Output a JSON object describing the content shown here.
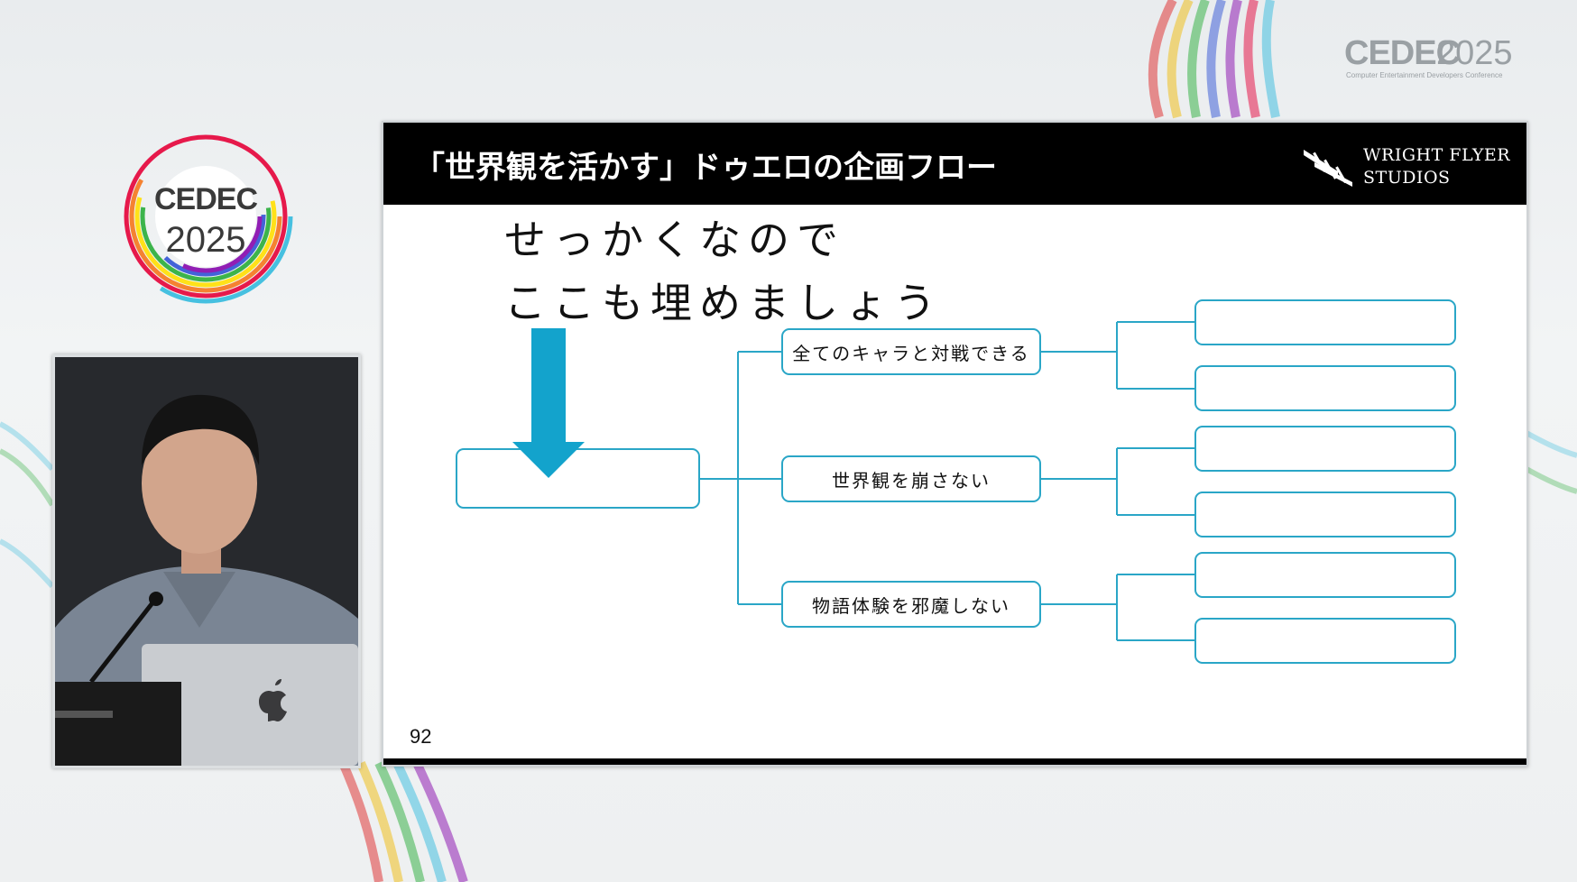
{
  "event": {
    "brand": "CEDEC",
    "year": "2025",
    "tagline": "Computer Entertainment Developers Conference"
  },
  "slide": {
    "title": "「世界観を活かす」ドゥエロの企画フロー",
    "company_line1": "WRIGHT FLYER",
    "company_line2": "STUDIOS",
    "lead_line1": "せっかくなので",
    "lead_line2": "ここも埋めましょう",
    "page_number": "92",
    "branches": [
      {
        "label": "全てのキャラと対戦できる",
        "leaves": [
          "",
          ""
        ]
      },
      {
        "label": "世界観を崩さない",
        "leaves": [
          "",
          ""
        ]
      },
      {
        "label": "物語体験を邪魔しない",
        "leaves": [
          "",
          ""
        ]
      }
    ],
    "root_label": ""
  },
  "colors": {
    "accent": "#2aa6c7",
    "arrow": "#13a3cc",
    "header_bg": "#000000"
  },
  "icons": {
    "company_mark": "biplane-icon",
    "arrow": "down-arrow-icon",
    "logo_ring": "rainbow-ring-icon"
  }
}
